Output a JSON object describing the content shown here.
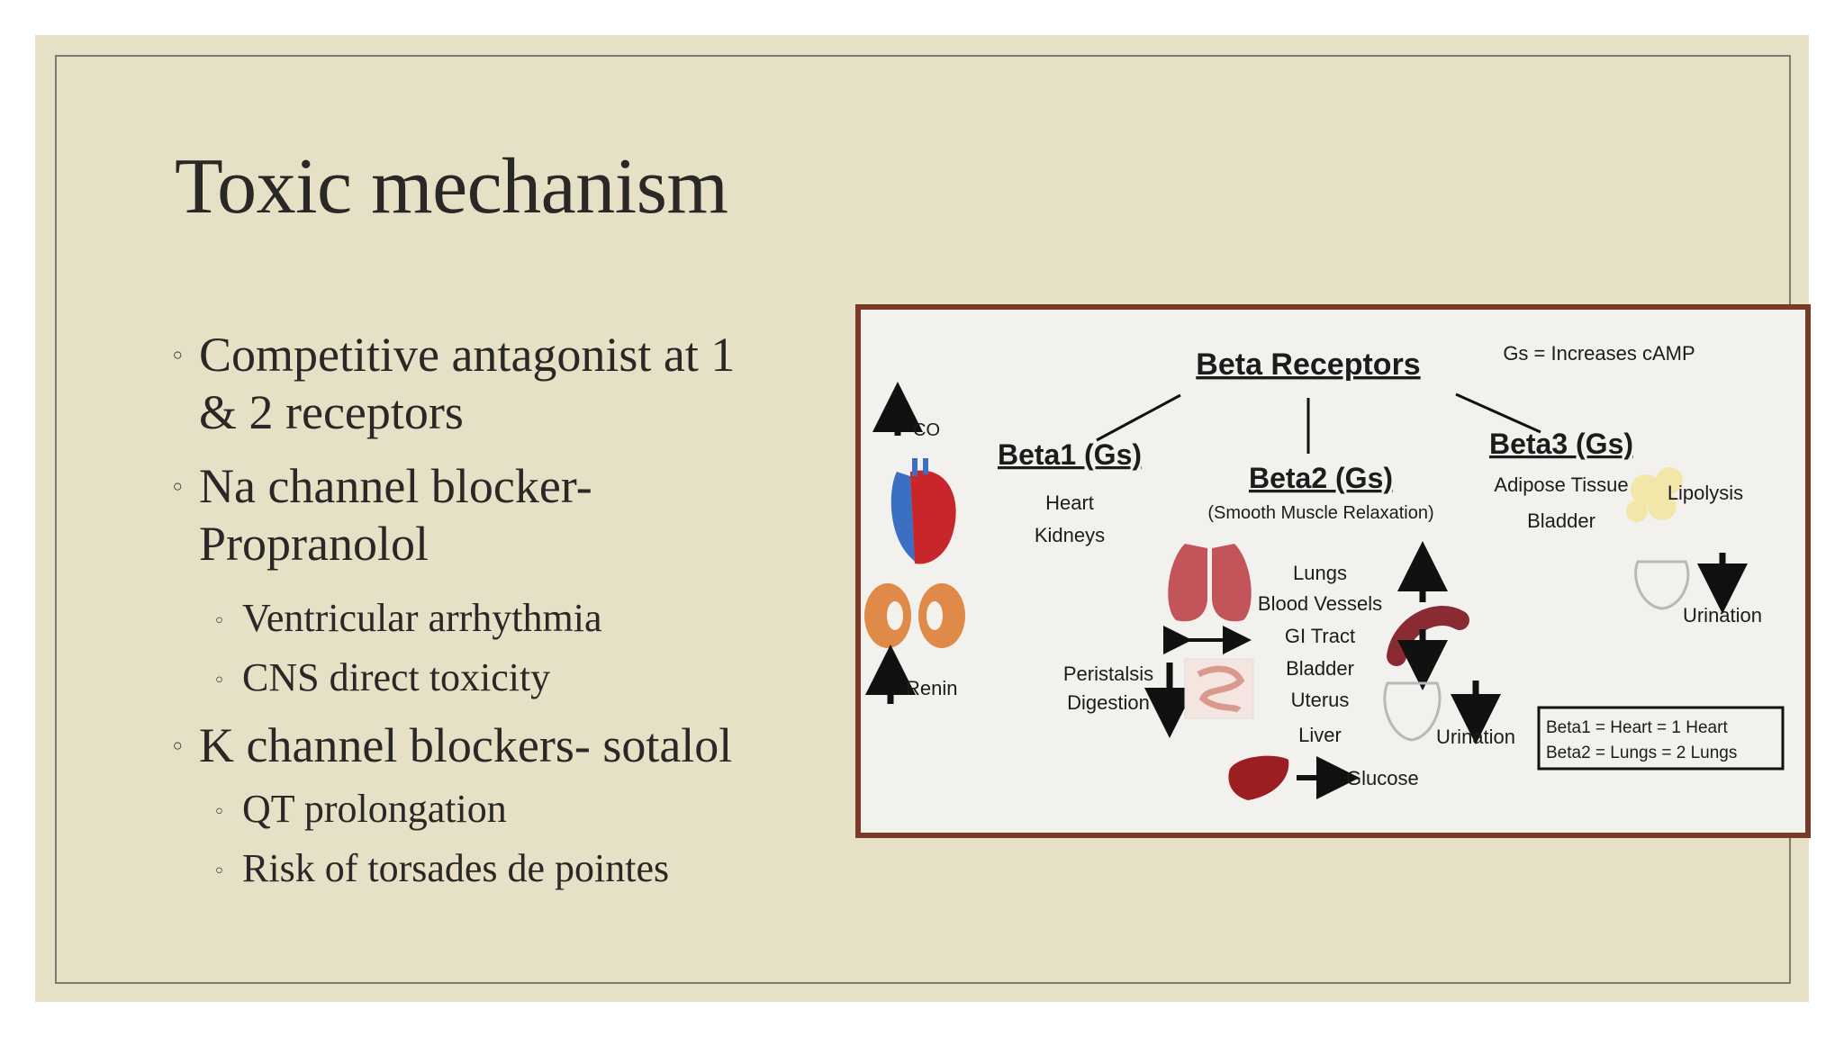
{
  "slide": {
    "title": "Toxic mechanism",
    "bullets": [
      {
        "text": "Competitive antagonist at 1 & 2 receptors",
        "line1": "Competitive antagonist at 1",
        "line2": "& 2 receptors"
      },
      {
        "text": "Na channel blocker- Propranolol",
        "line1": "Na channel blocker-",
        "line2": "Propranolol",
        "sub": [
          "Ventricular arrhythmia",
          "CNS direct toxicity"
        ]
      },
      {
        "text": "K channel blockers- sotalol",
        "line1": "K channel blockers- sotalol",
        "sub": [
          "QT prolongation",
          "Risk of  torsades de pointes"
        ]
      }
    ],
    "bullet_marker": "◦"
  },
  "figure": {
    "title": "Beta Receptors",
    "note": "Gs = Increases cAMP",
    "beta1": {
      "label": "Beta1 (Gs)",
      "targets": [
        "Heart",
        "Kidneys"
      ]
    },
    "beta2": {
      "label": "Beta2 (Gs)",
      "subtitle": "(Smooth Muscle Relaxation)",
      "targets": [
        "Lungs",
        "Blood Vessels",
        "GI Tract",
        "Bladder",
        "Uterus",
        "Liver"
      ]
    },
    "beta3": {
      "label": "Beta3 (Gs)",
      "targets": [
        "Adipose Tissue",
        "Bladder"
      ]
    },
    "effects": {
      "co": "CO",
      "renin": "Renin",
      "peristalsis": "Peristalsis",
      "digestion": "Digestion",
      "urination_b2": "Urination",
      "glucose": "Glucose",
      "lipolysis": "Lipolysis",
      "urination_b3": "Urination"
    },
    "legend": [
      "Beta1 = Heart = 1 Heart",
      "Beta2 = Lungs = 2 Lungs"
    ],
    "colors": {
      "frame": "#7b3a28",
      "heart_blue": "#3a6fc4",
      "heart_red": "#c8262b",
      "kidney": "#e08a4a",
      "lungs": "#c2545a",
      "liver": "#9b1e22",
      "fat": "#f2e6a8"
    }
  }
}
